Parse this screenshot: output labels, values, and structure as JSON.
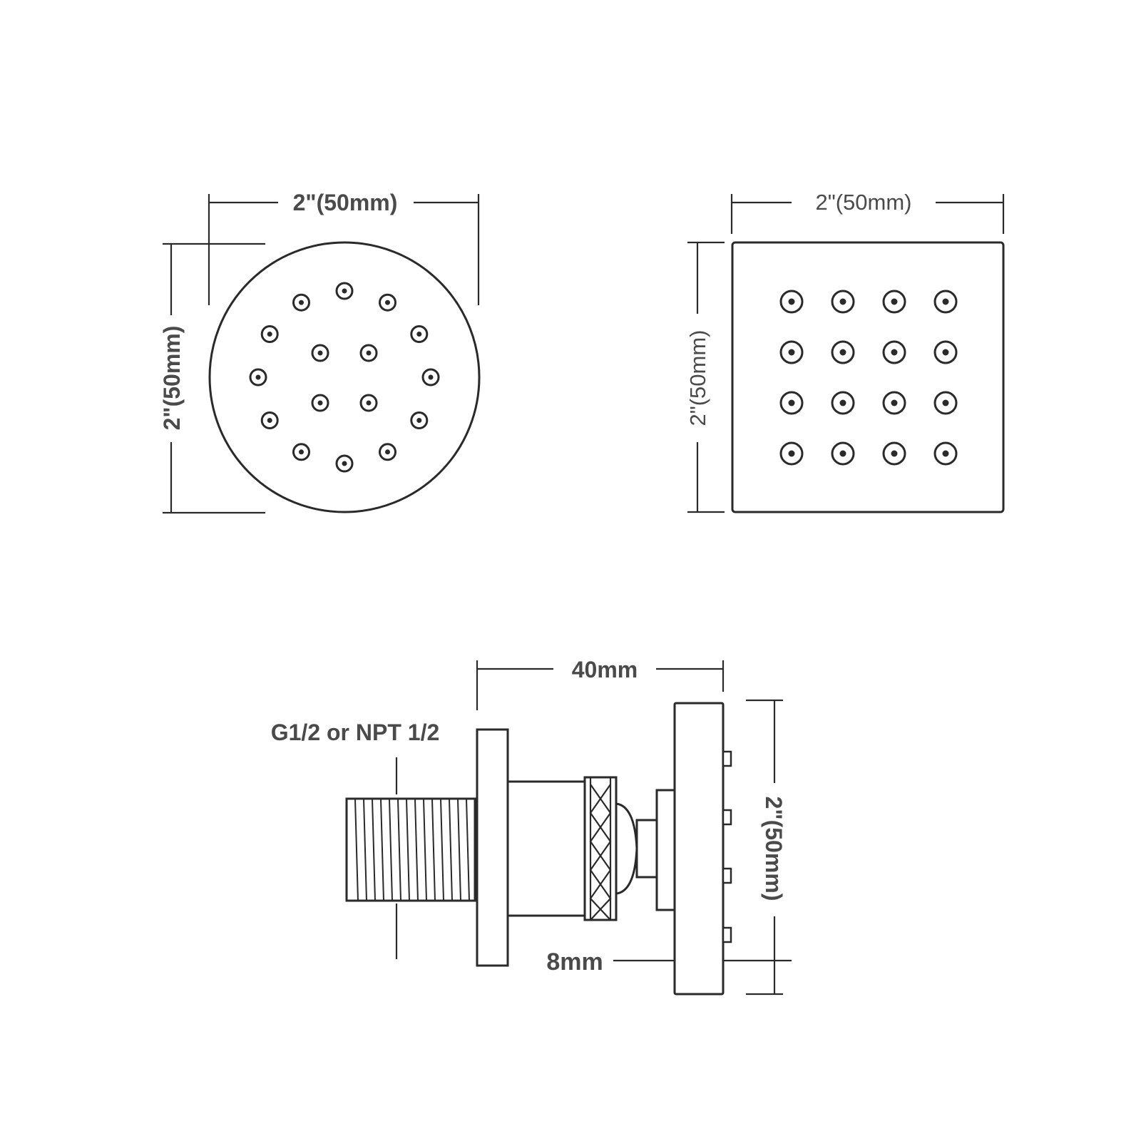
{
  "round_view": {
    "width_label": "2\"(50mm)",
    "height_label": "2\"(50mm)"
  },
  "square_view": {
    "width_label": "2\"(50mm)",
    "height_label": "2\"(50mm)"
  },
  "side_view": {
    "depth_label": "40mm",
    "thread_label": "G1/2 or NPT 1/2",
    "height_label": "2\"(50mm)",
    "protrusion_label": "8mm"
  },
  "colors": {
    "line": "#2a2a2a",
    "text": "#4a4a4a",
    "background": "#ffffff"
  }
}
